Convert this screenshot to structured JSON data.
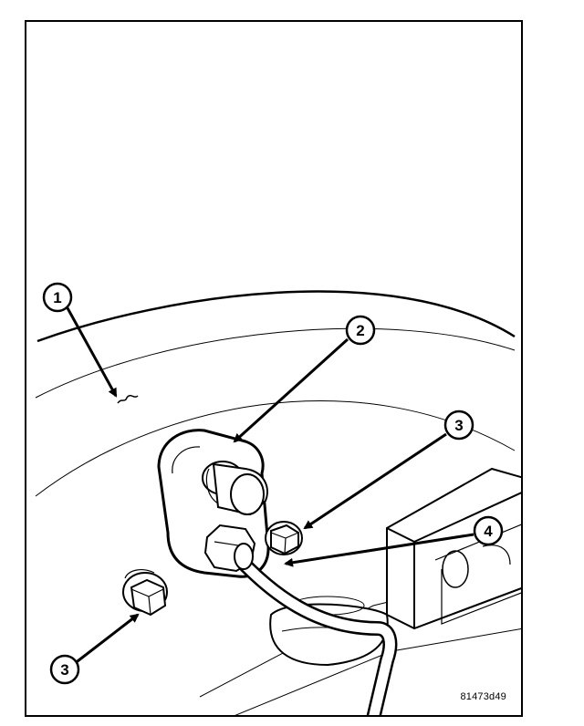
{
  "figure_id": "81473d49",
  "callouts": [
    {
      "number": "1",
      "target": "bumper-fascia"
    },
    {
      "number": "2",
      "target": "sensor"
    },
    {
      "number": "3",
      "target": "bolt-upper"
    },
    {
      "number": "4",
      "target": "harness"
    },
    {
      "number": "3",
      "target": "bolt-lower"
    }
  ],
  "colors": {
    "line": "#000000",
    "background": "#ffffff"
  }
}
